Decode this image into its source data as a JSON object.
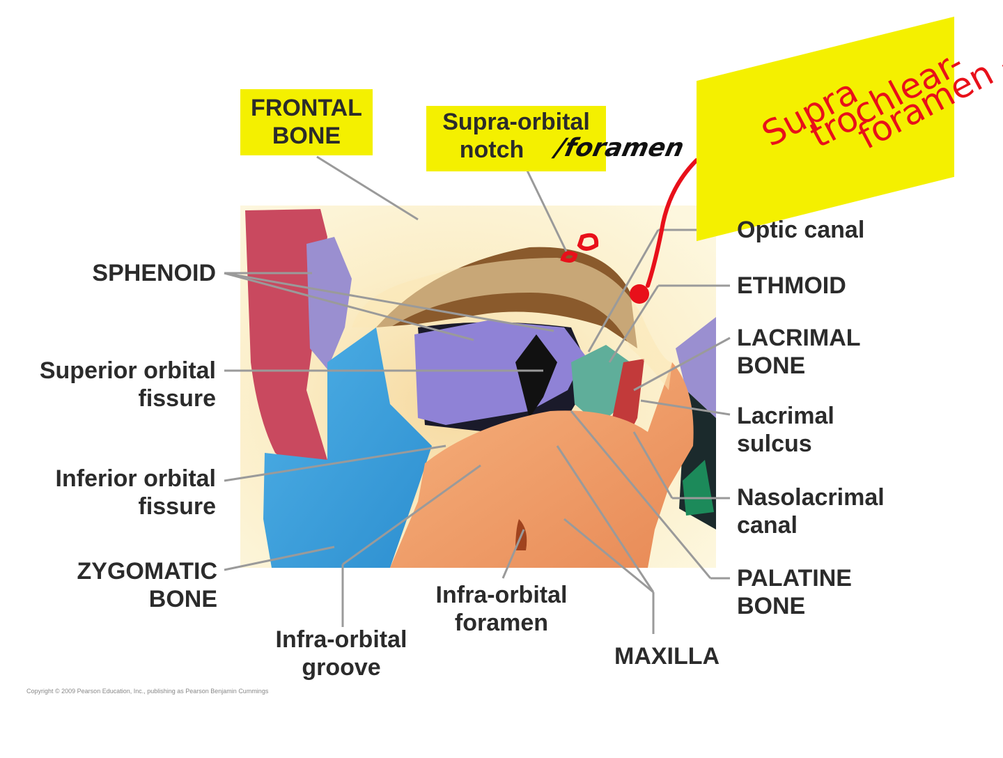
{
  "figure": {
    "labels": {
      "frontal_bone": [
        "FRONTAL",
        "BONE"
      ],
      "supra_orbital": [
        "Supra-orbital",
        "notch"
      ],
      "sphenoid": "SPHENOID",
      "superior_orbital_fissure": [
        "Superior orbital",
        "fissure"
      ],
      "inferior_orbital_fissure": [
        "Inferior orbital",
        "fissure"
      ],
      "zygomatic_bone": [
        "ZYGOMATIC",
        "BONE"
      ],
      "infra_orbital_groove": [
        "Infra-orbital",
        "groove"
      ],
      "infra_orbital_foramen": [
        "Infra-orbital",
        "foramen"
      ],
      "maxilla": "MAXILLA",
      "optic_canal": "Optic canal",
      "ethmoid": "ETHMOID",
      "lacrimal_bone": [
        "LACRIMAL",
        "BONE"
      ],
      "lacrimal_sulcus": [
        "Lacrimal",
        "sulcus"
      ],
      "nasolacrimal_canal": [
        "Nasolacrimal",
        "canal"
      ],
      "palatine_bone": [
        "PALATINE",
        "BONE"
      ]
    },
    "copyright": "Copyright © 2009 Pearson Education, Inc., publishing as Pearson Benjamin Cummings"
  },
  "annotations": {
    "handwritten_foramen": "/foramen",
    "handwritten_supratrochlear": [
      "Supra",
      "trochlear-",
      "foramen -"
    ],
    "highlight_color": "#f4f000",
    "ink_red": "#e8101a",
    "ink_black": "#111111"
  }
}
